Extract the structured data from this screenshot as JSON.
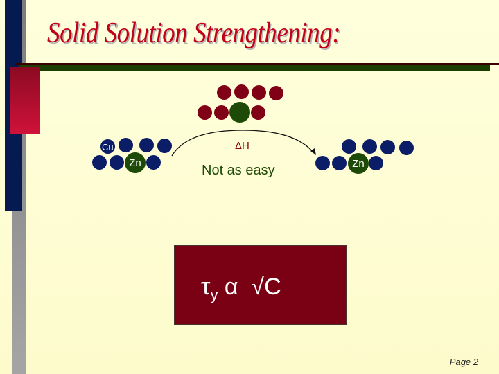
{
  "slide": {
    "title": "Solid Solution Strengthening:",
    "page_label": "Page 2",
    "colors": {
      "background": "#ffffdc",
      "title": "#c40018",
      "navy_bar": "#041a50",
      "accent_red": "#d0123a",
      "rule_green": "#1c3d00",
      "cu_atom": "#0b1d66",
      "host_atom_red": "#800016",
      "zn_atom": "#1e4a08",
      "formula_box": "#7a0014"
    }
  },
  "diagram": {
    "left_cluster": {
      "cu_label": "Cu",
      "zn_label": "Zn"
    },
    "top_cluster": {
      "description": "red host atoms with green solute atom"
    },
    "arrow": {
      "label": "ΔH",
      "caption": "Not as easy"
    },
    "right_cluster": {
      "zn_label": "Zn"
    }
  },
  "formula": {
    "tau": "τ",
    "subscript": "y",
    "alpha": "α",
    "sqrt_c": "√C"
  }
}
